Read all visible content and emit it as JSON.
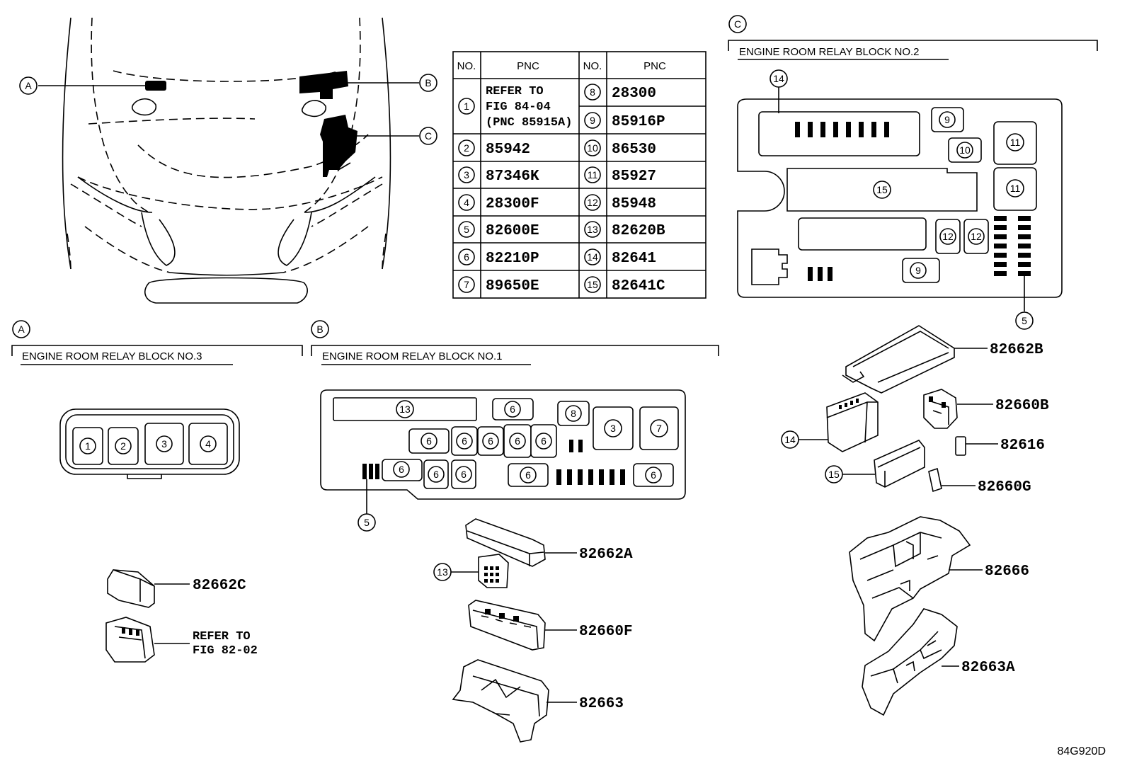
{
  "callout_letters": [
    "A",
    "B",
    "C"
  ],
  "sections": {
    "a": {
      "letter": "A",
      "title": "ENGINE ROOM RELAY BLOCK NO.3"
    },
    "b": {
      "letter": "B",
      "title": "ENGINE ROOM RELAY BLOCK NO.1"
    },
    "c": {
      "letter": "C",
      "title": "ENGINE ROOM RELAY BLOCK NO.2"
    }
  },
  "table": {
    "headers": [
      "NO.",
      "PNC",
      "NO.",
      "PNC"
    ],
    "left": [
      {
        "no": "1",
        "pnc": "REFER TO\nFIG 84-04\n(PNC 85915A)",
        "lines": [
          "REFER TO",
          "FIG 84-04",
          "(PNC 85915A)"
        ]
      },
      {
        "no": "2",
        "pnc": "85942"
      },
      {
        "no": "3",
        "pnc": "87346K"
      },
      {
        "no": "4",
        "pnc": "28300F"
      },
      {
        "no": "5",
        "pnc": "82600E"
      },
      {
        "no": "6",
        "pnc": "82210P"
      },
      {
        "no": "7",
        "pnc": "89650E"
      }
    ],
    "right": [
      {
        "no": "8",
        "pnc": "28300"
      },
      {
        "no": "9",
        "pnc": "85916P"
      },
      {
        "no": "10",
        "pnc": "86530"
      },
      {
        "no": "11",
        "pnc": "85927"
      },
      {
        "no": "12",
        "pnc": "85948"
      },
      {
        "no": "13",
        "pnc": "82620B"
      },
      {
        "no": "14",
        "pnc": "82641"
      },
      {
        "no": "15",
        "pnc": "82641C"
      }
    ]
  },
  "block_a": {
    "positions": [
      "1",
      "2",
      "3",
      "4"
    ]
  },
  "block_b": {
    "positions": [
      "13",
      "6",
      "8",
      "3",
      "7",
      "6",
      "6",
      "6",
      "6",
      "6",
      "6",
      "6",
      "6",
      "6",
      "6"
    ],
    "pointer": "5"
  },
  "block_c": {
    "positions": [
      "14",
      "9",
      "10",
      "11",
      "11",
      "15",
      "12",
      "12",
      "9"
    ],
    "pointer": "5"
  },
  "parts": {
    "p82662C": "82662C",
    "refer_lines": [
      "REFER TO",
      "FIG 82-02"
    ],
    "p82662A": "82662A",
    "p13": "13",
    "p82660F": "82660F",
    "p82663": "82663",
    "p82662B": "82662B",
    "p82660B": "82660B",
    "p82616": "82616",
    "p82660G": "82660G",
    "p14": "14",
    "p15": "15",
    "p82666": "82666",
    "p82663A": "82663A"
  },
  "figure_code": "84G920D"
}
